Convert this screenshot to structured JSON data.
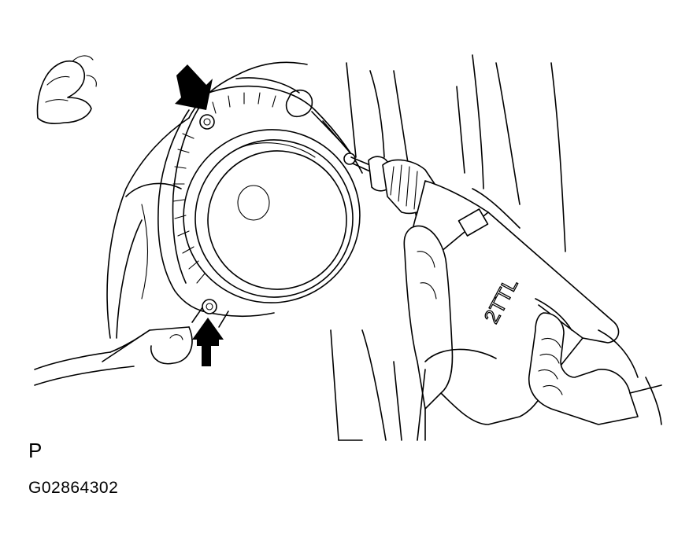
{
  "figure": {
    "view_code": "P",
    "figure_id": "G02864302",
    "drill_label": "2TTL"
  },
  "icons": {
    "arrow_top": "arrow-pointing-screw-icon",
    "arrow_bottom": "arrow-pointing-screw-icon"
  },
  "colors": {
    "line": "#000000",
    "background": "#ffffff"
  }
}
